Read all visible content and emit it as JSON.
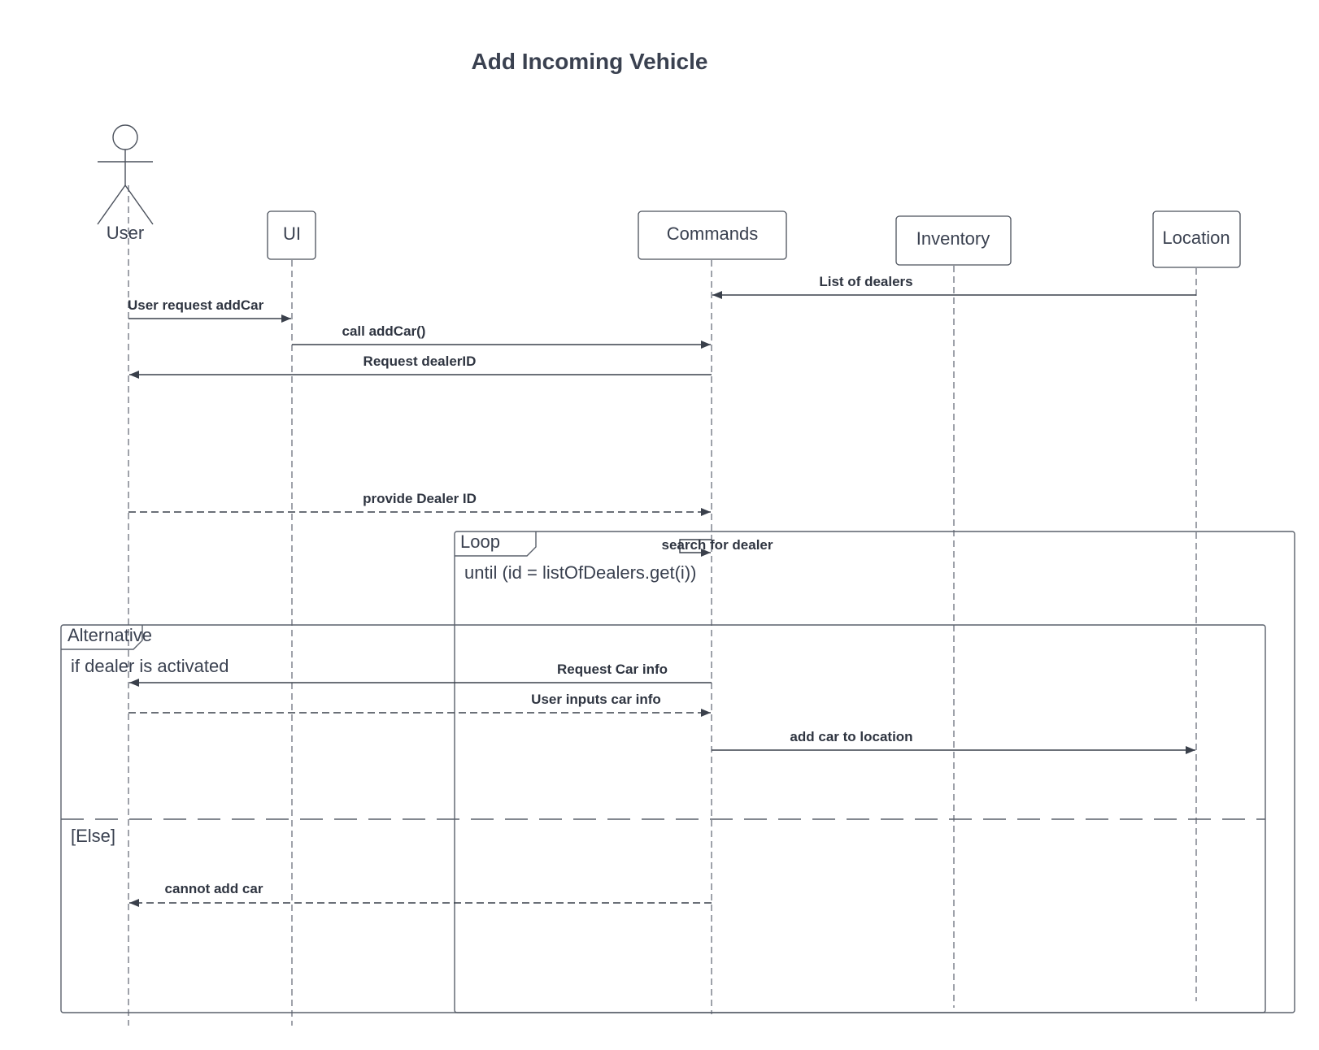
{
  "diagram": {
    "title": "Add Incoming Vehicle",
    "participants": {
      "user": "User",
      "ui": "UI",
      "commands": "Commands",
      "inventory": "Inventory",
      "location": "Location"
    },
    "messages": {
      "list_of_dealers": "List of dealers",
      "user_request_addcar": "User request addCar",
      "call_addcar": "call addCar()",
      "request_dealerid": "Request dealerID",
      "provide_dealer_id": "provide Dealer ID",
      "search_for_dealer": "search for dealer",
      "request_car_info": "Request Car info",
      "user_inputs_car_info": "User inputs car info",
      "add_car_to_location": "add car to location",
      "cannot_add_car": "cannot add car"
    },
    "frames": {
      "loop": {
        "label": "Loop",
        "guard": "until (id = listOfDealers.get(i))"
      },
      "alternative": {
        "label": "Alternative",
        "guard": "if dealer is activated",
        "else_guard": "[Else]"
      }
    },
    "colors": {
      "line": "#3a404b",
      "text": "#2f3541"
    }
  }
}
